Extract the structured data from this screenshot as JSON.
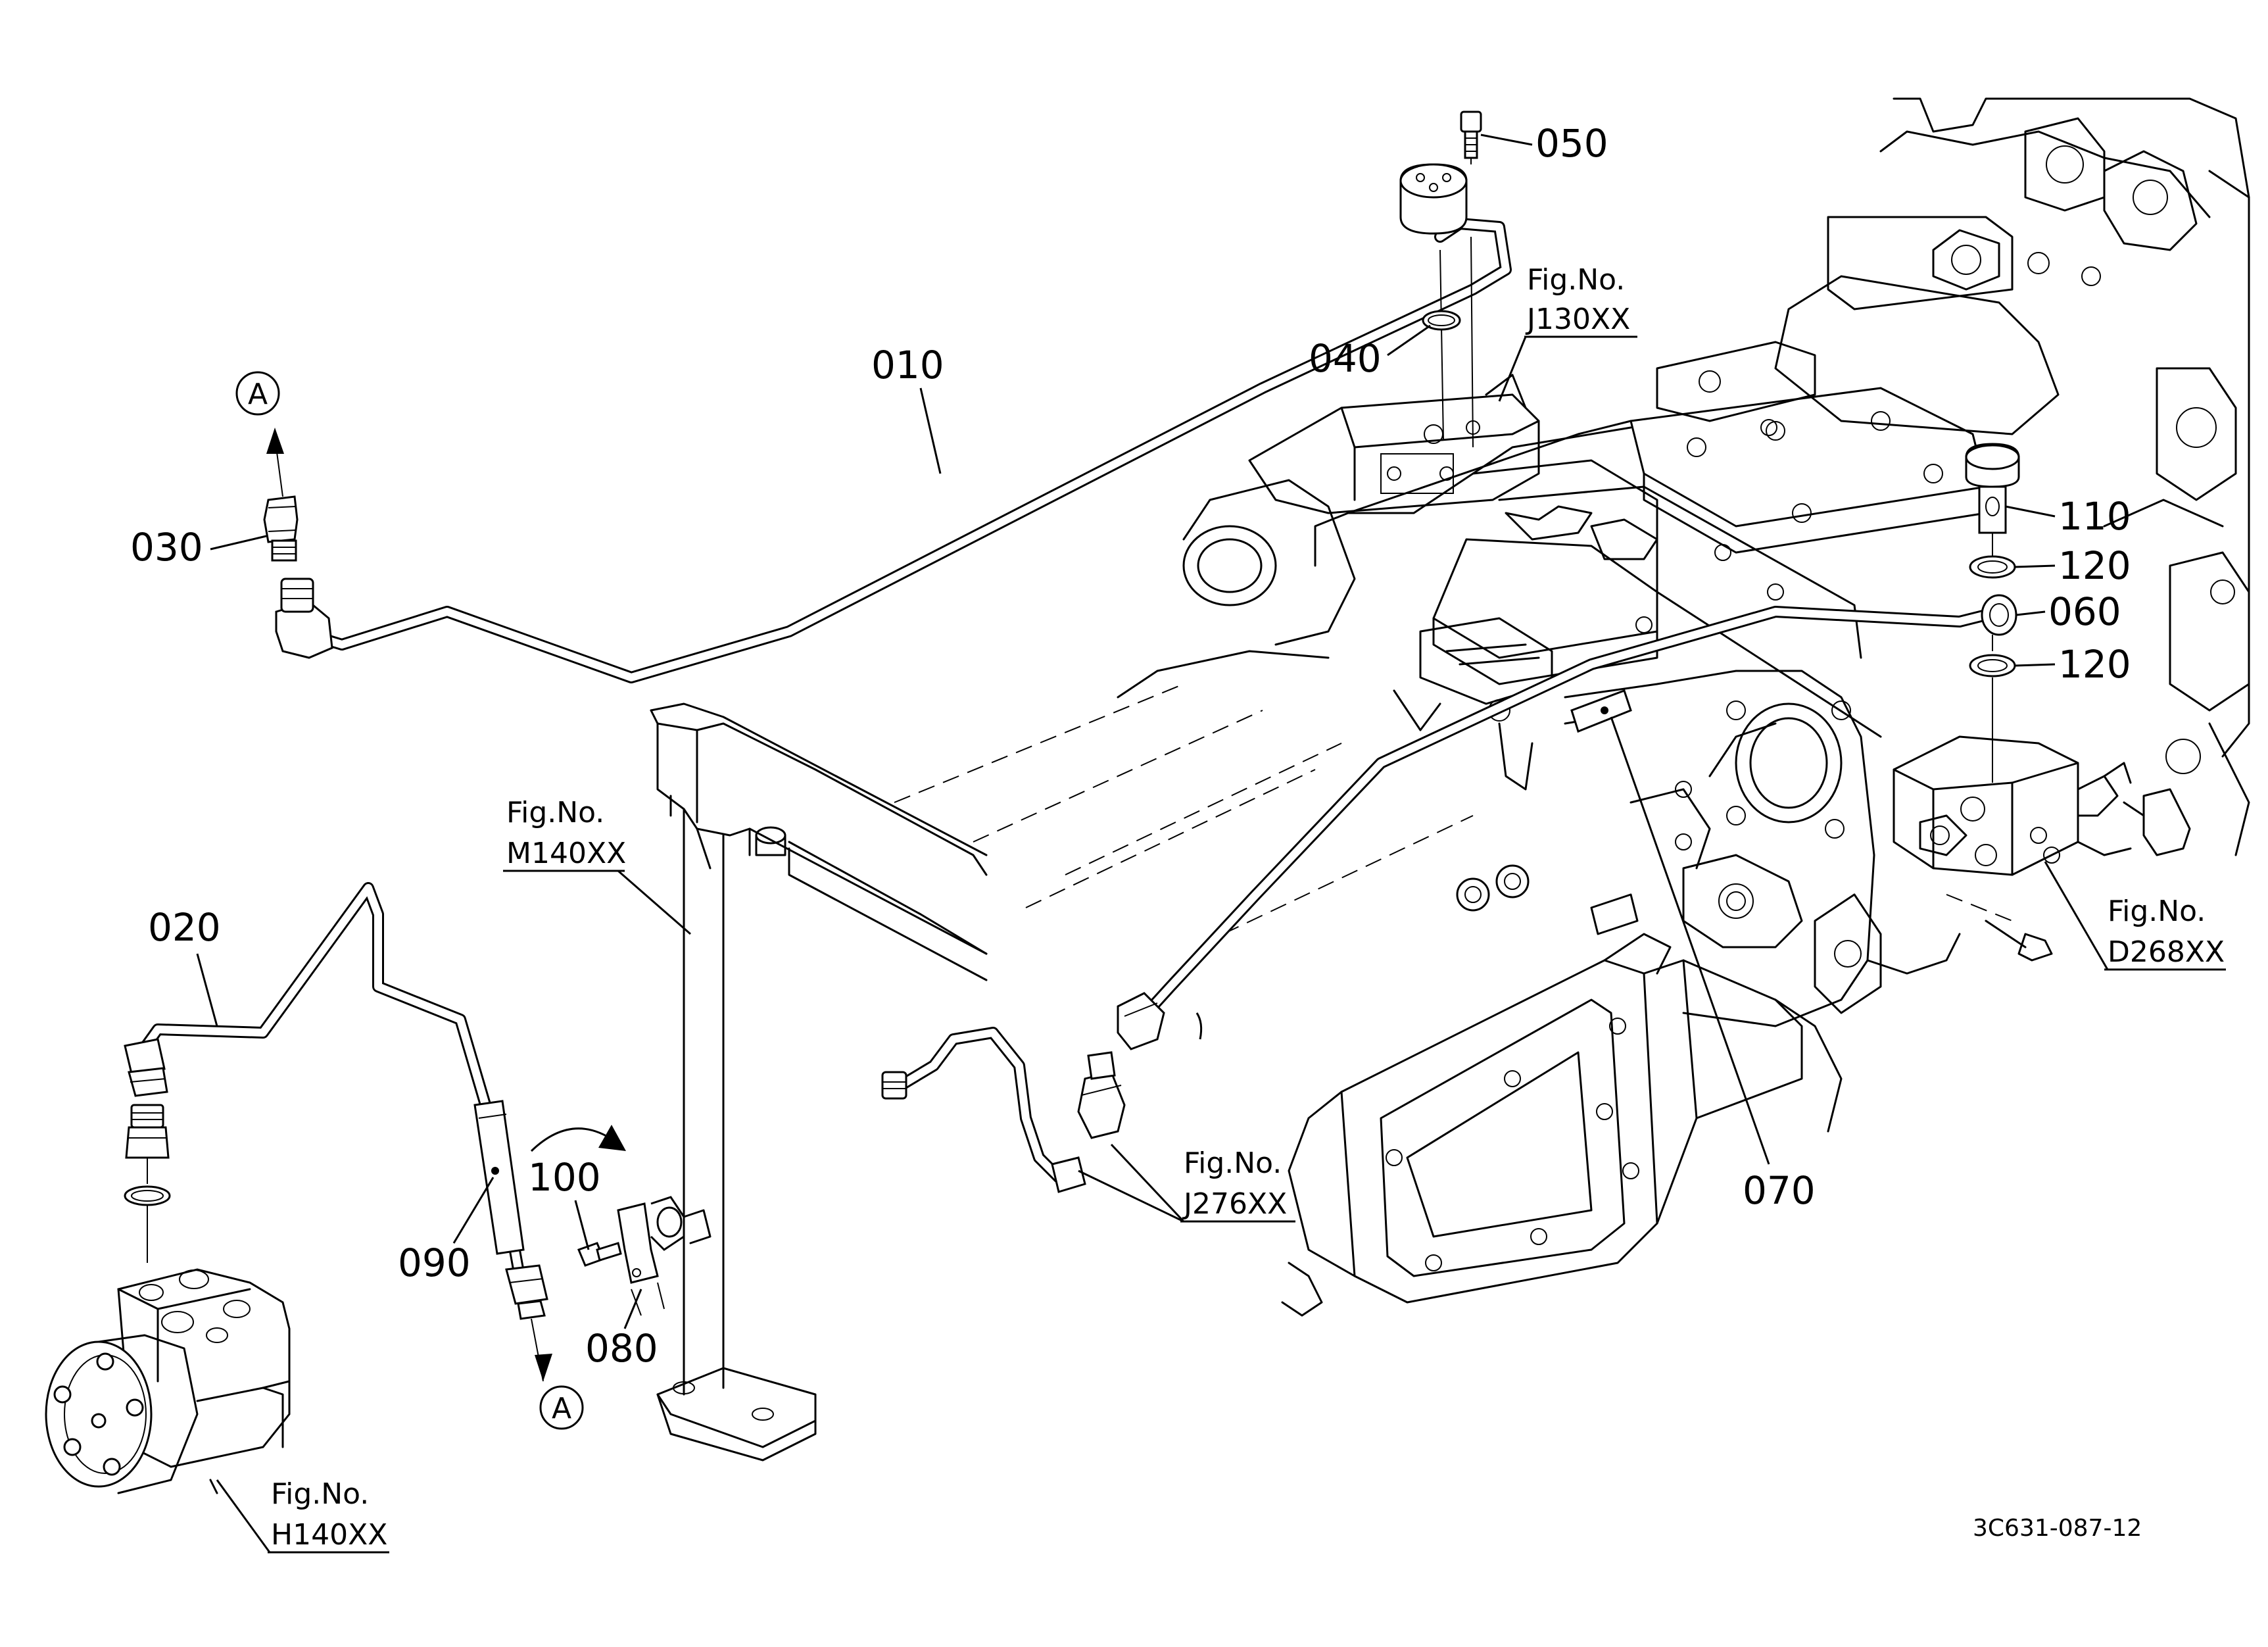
{
  "diagram_id": "3C631-087-12",
  "parts": [
    {
      "id": "010"
    },
    {
      "id": "020"
    },
    {
      "id": "030"
    },
    {
      "id": "040"
    },
    {
      "id": "050"
    },
    {
      "id": "060"
    },
    {
      "id": "070"
    },
    {
      "id": "080"
    },
    {
      "id": "090"
    },
    {
      "id": "100"
    },
    {
      "id": "110"
    },
    {
      "id": "120a",
      "label": "120"
    },
    {
      "id": "120b",
      "label": "120"
    }
  ],
  "labels": {
    "p010": "010",
    "p020": "020",
    "p030": "030",
    "p040": "040",
    "p050": "050",
    "p060": "060",
    "p070": "070",
    "p080": "080",
    "p090": "090",
    "p100": "100",
    "p110": "110",
    "p120a": "120",
    "p120b": "120"
  },
  "figure_refs": {
    "prefix": "Fig.No.",
    "j130": "J130XX",
    "m140": "M140XX",
    "d268": "D268XX",
    "j276": "J276XX",
    "h140": "H140XX"
  },
  "connection_markers": {
    "top": "A",
    "bottom": "A"
  }
}
